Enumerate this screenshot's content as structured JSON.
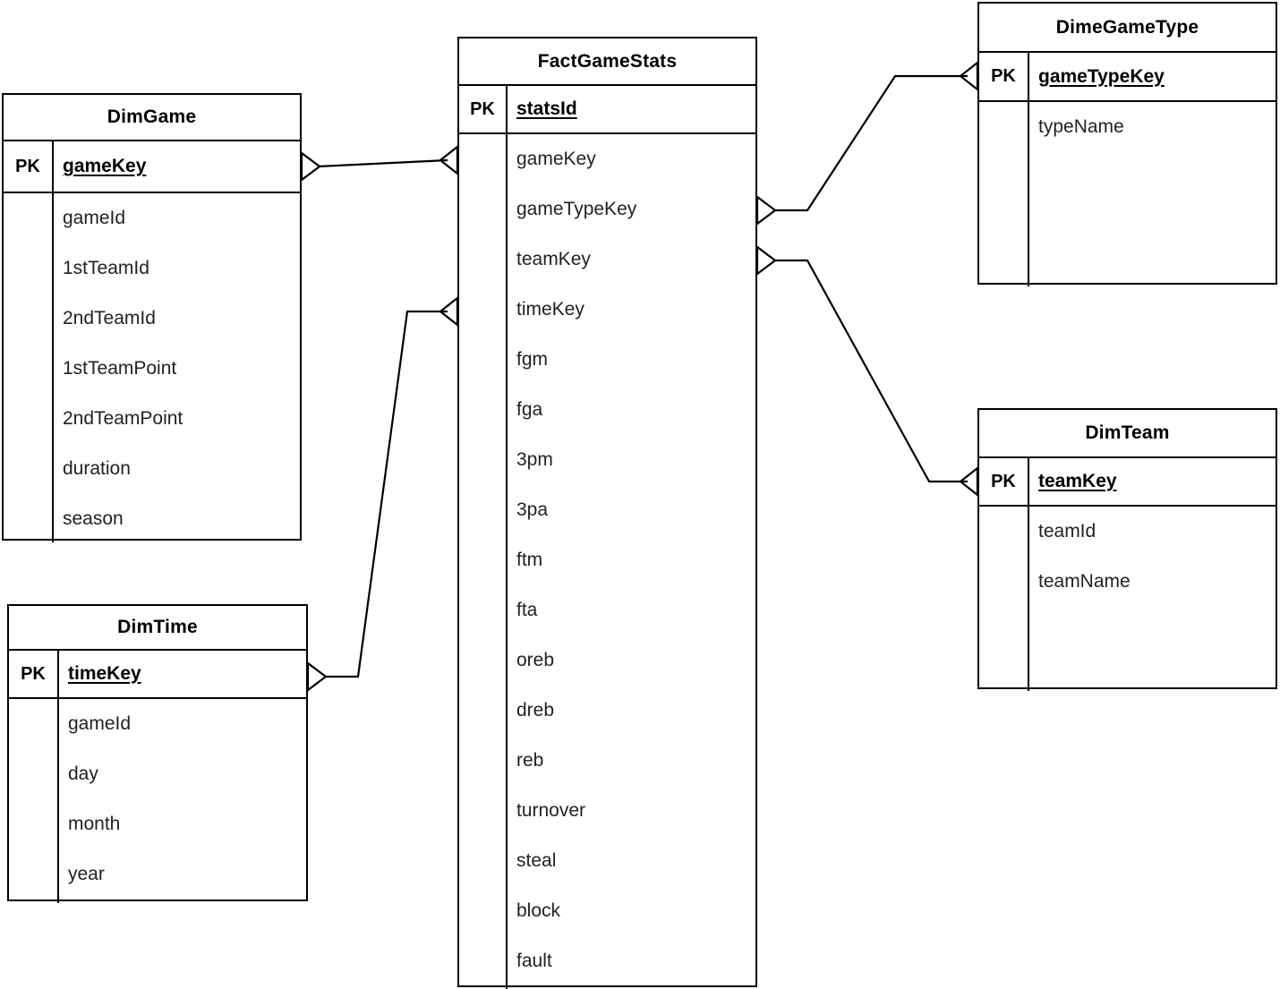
{
  "diagram": {
    "type": "er-star-schema",
    "notation": "crow's foot",
    "background": "#ffffff",
    "line_color": "#000000"
  },
  "entities": [
    {
      "id": "dimgame",
      "name": "DimGame",
      "key_label": "PK",
      "primary_key": "gameKey",
      "attributes": [
        "gameId",
        "1stTeamId",
        "2ndTeamId",
        "1stTeamPoint",
        "2ndTeamPoint",
        "duration",
        "season"
      ]
    },
    {
      "id": "dimtime",
      "name": "DimTime",
      "key_label": "PK",
      "primary_key": "timeKey",
      "attributes": [
        "gameId",
        "day",
        "month",
        "year"
      ]
    },
    {
      "id": "factgamestats",
      "name": "FactGameStats",
      "key_label": "PK",
      "primary_key": "statsId",
      "attributes": [
        "gameKey",
        "gameTypeKey",
        "teamKey",
        "timeKey",
        "fgm",
        "fga",
        "3pm",
        "3pa",
        "ftm",
        "fta",
        "oreb",
        "dreb",
        "reb",
        "turnover",
        "steal",
        "block",
        "fault"
      ]
    },
    {
      "id": "dimegametype",
      "name": "DimeGameType",
      "key_label": "PK",
      "primary_key": "gameTypeKey",
      "attributes": [
        "typeName"
      ]
    },
    {
      "id": "dimteam",
      "name": "DimTeam",
      "key_label": "PK",
      "primary_key": "teamKey",
      "attributes": [
        "teamId",
        "teamName"
      ]
    }
  ],
  "relationships": [
    {
      "id": "rel-game-fact",
      "from": "DimGame.gameKey",
      "to": "FactGameStats.gameKey",
      "from_cardinality": "many",
      "to_cardinality": "many"
    },
    {
      "id": "rel-time-fact",
      "from": "DimTime.timeKey",
      "to": "FactGameStats.timeKey",
      "from_cardinality": "many",
      "to_cardinality": "many"
    },
    {
      "id": "rel-fact-gametype",
      "from": "FactGameStats.gameTypeKey",
      "to": "DimeGameType.gameTypeKey",
      "from_cardinality": "many",
      "to_cardinality": "many"
    },
    {
      "id": "rel-fact-team",
      "from": "FactGameStats.teamKey",
      "to": "DimTeam.teamKey",
      "from_cardinality": "many",
      "to_cardinality": "many"
    }
  ]
}
